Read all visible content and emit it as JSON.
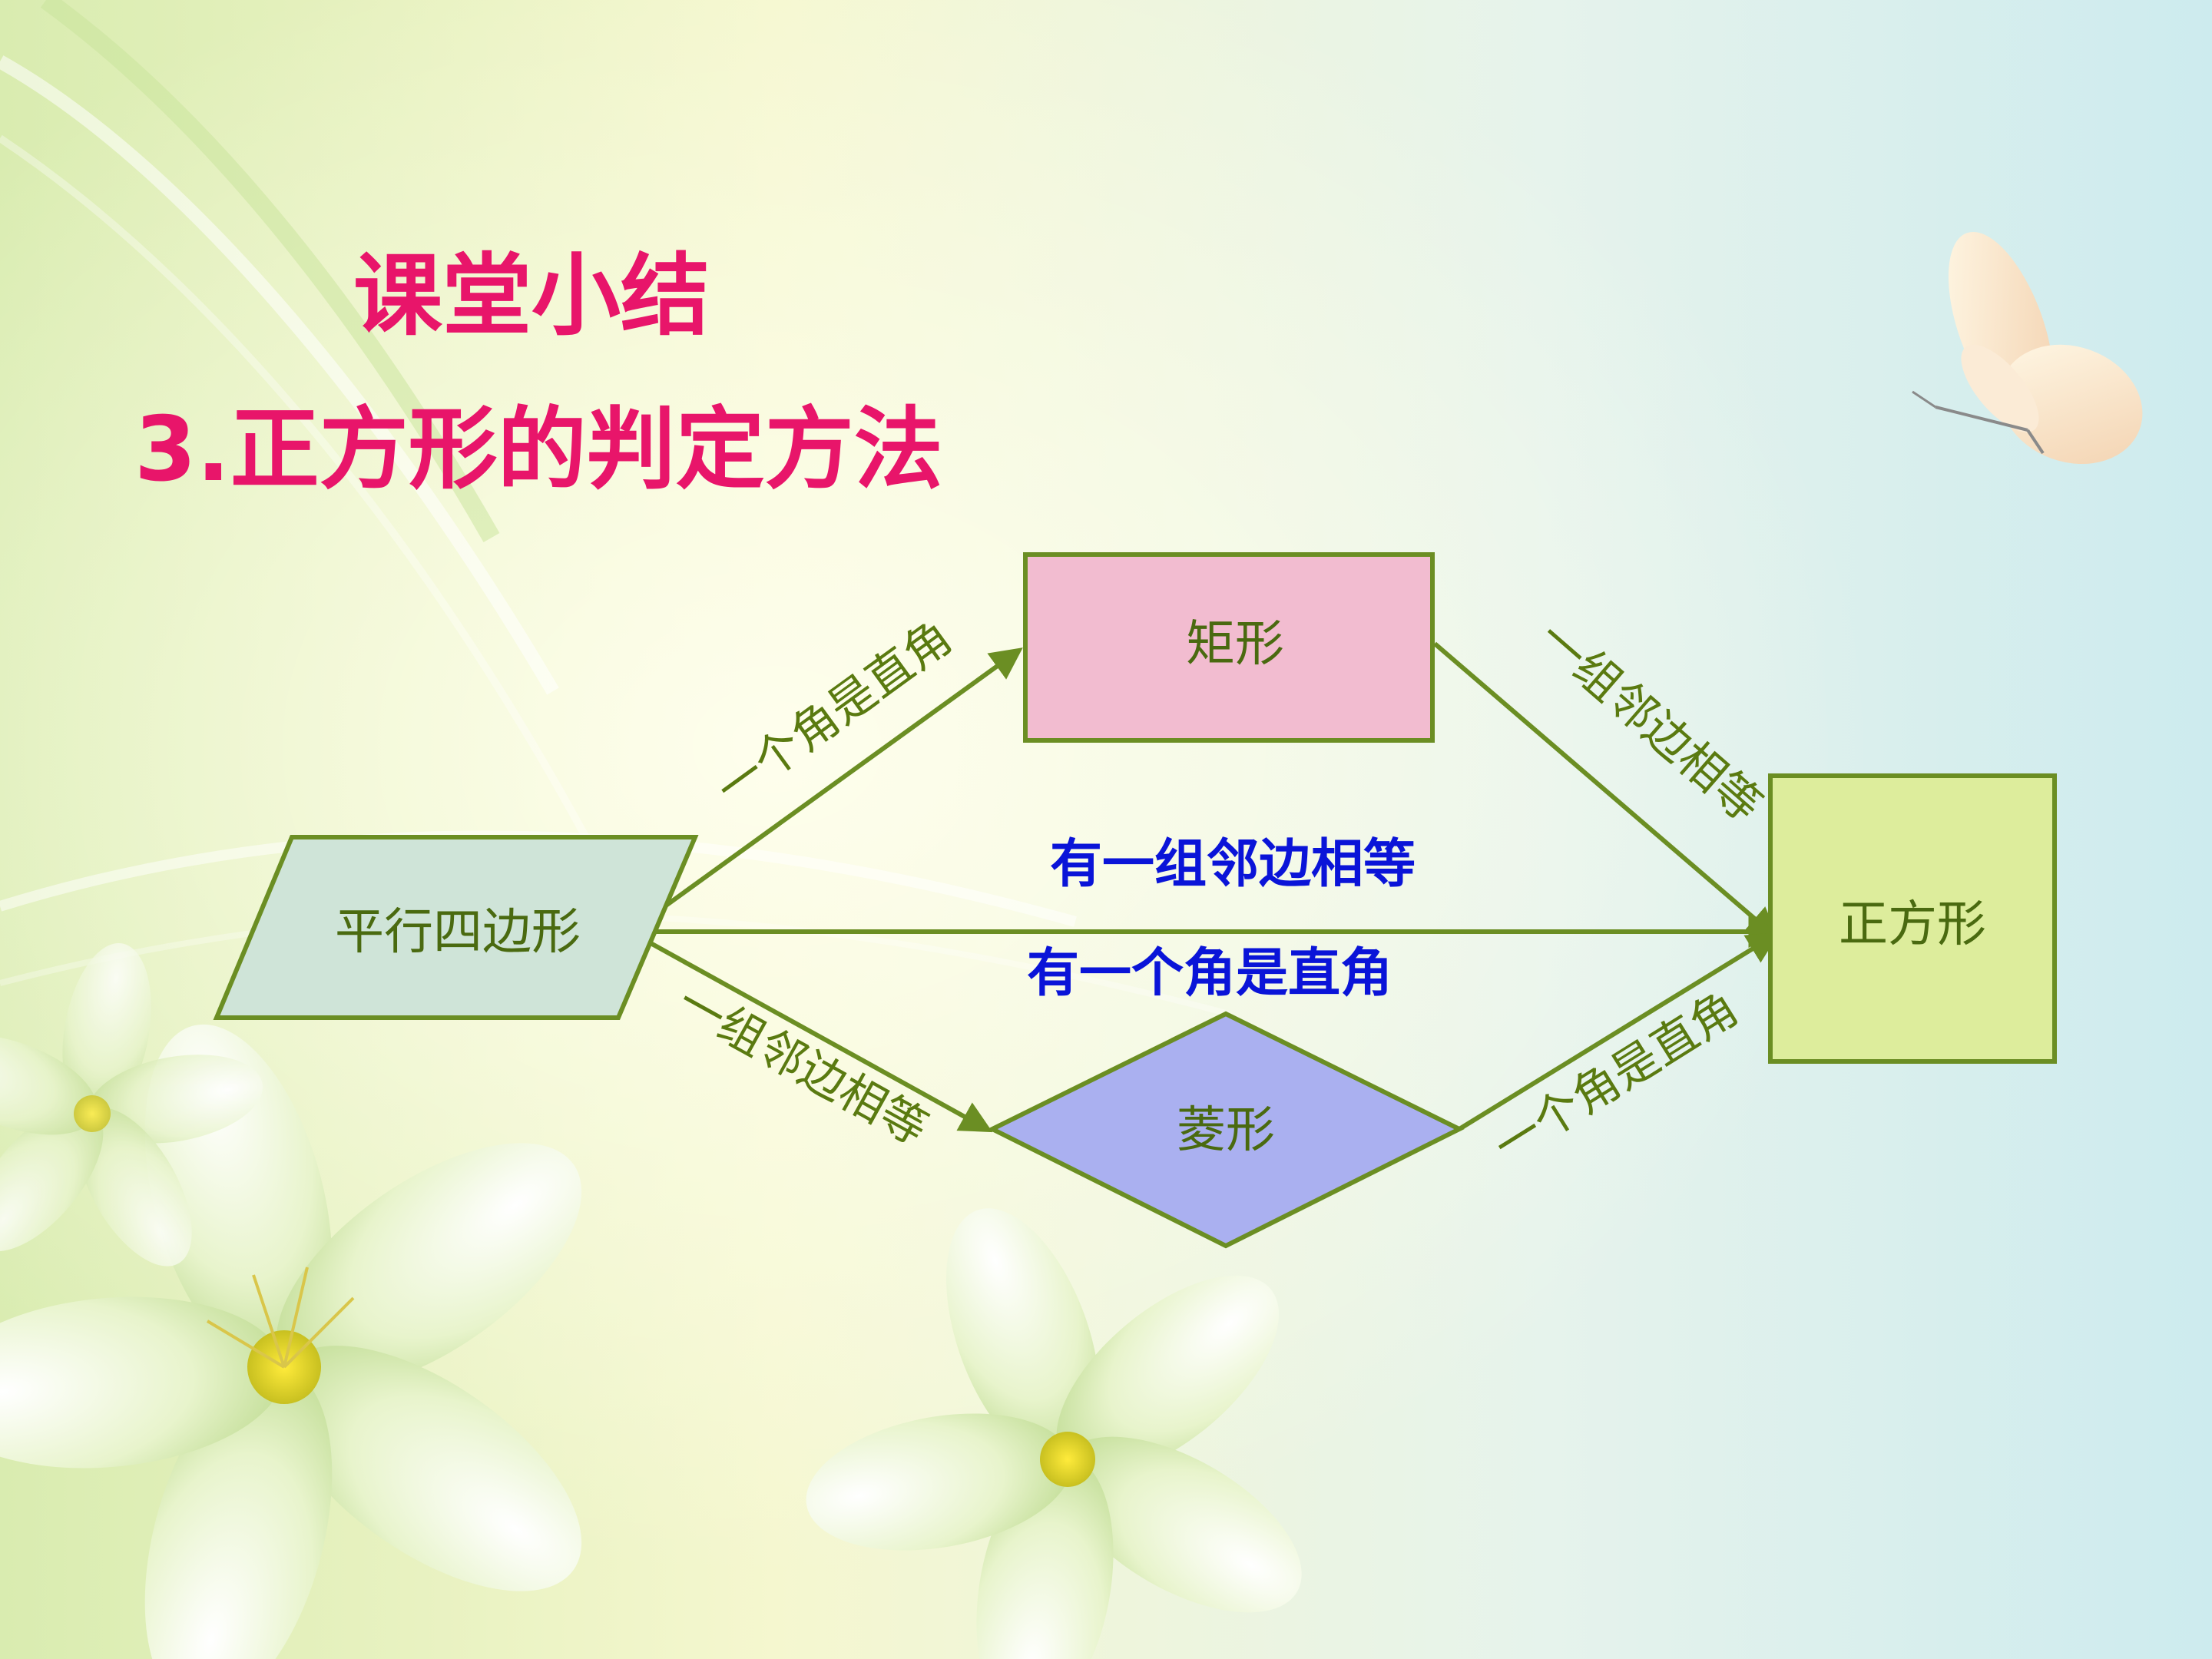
{
  "slide": {
    "heading": "课堂小结",
    "subheading": "3.正方形的判定方法"
  },
  "diagram": {
    "nodes": {
      "parallelogram": "平行四边形",
      "rectangle": "矩形",
      "rhombus": "菱形",
      "square": "正方形"
    },
    "edges": {
      "parallelogram_to_rectangle": "一个角是直角",
      "rectangle_to_square": "一组邻边相等",
      "parallelogram_to_rhombus": "一组邻边相等",
      "rhombus_to_square": "一个角是直角",
      "direct_top": "有一组邻边相等",
      "direct_bottom": "有一个角是直角"
    }
  },
  "colors": {
    "title": "#E8156A",
    "arrow": "#6B8E23",
    "edge_text": "#5A7A10",
    "center_text": "#0A14D8",
    "parallelogram_fill": "#CFE4D8",
    "rectangle_fill": "#F2BCD0",
    "rhombus_fill": "#AAB0F0",
    "square_fill": "#DDED9C"
  }
}
